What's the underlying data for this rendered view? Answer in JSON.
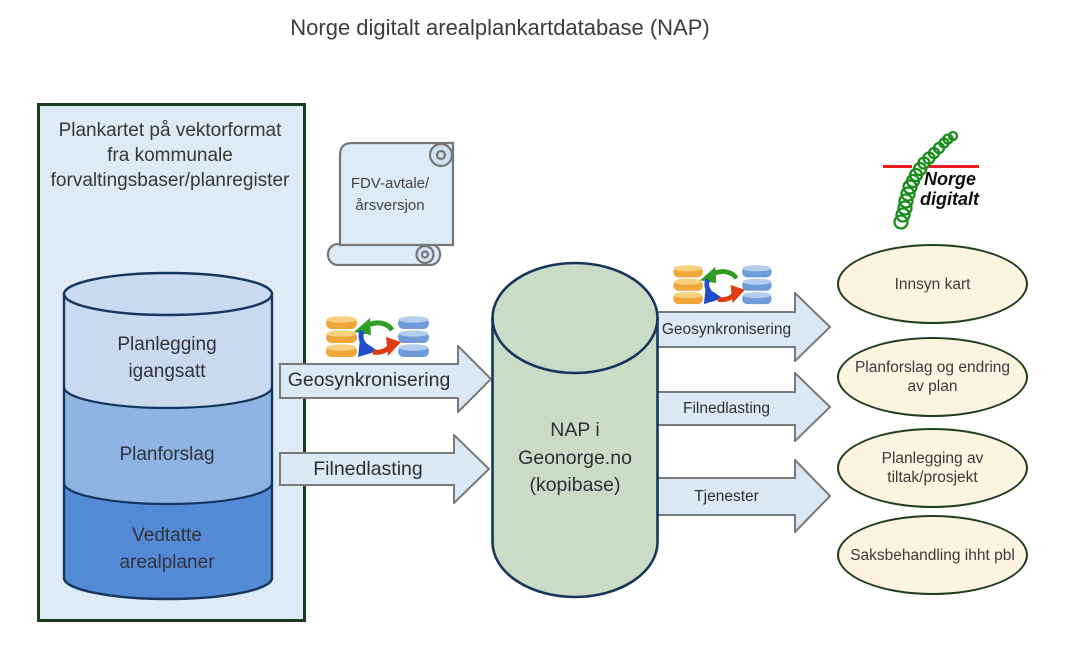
{
  "title": "Norge digitalt arealplankartdatabase (NAP)",
  "left_panel": {
    "title": "Plankartet på vektorformat fra kommunale forvaltingsbaser/planregister",
    "db_segments": [
      {
        "label": "Planlegging igangsatt",
        "color": "#c9d9f0"
      },
      {
        "label": "Planforslag",
        "color": "#8db4e2"
      },
      {
        "label": "Vedtatte arealplaner",
        "color": "#538ad5"
      }
    ]
  },
  "scroll_note": {
    "label": "FDV-avtale/årsversjon"
  },
  "nap_database": {
    "label": "NAP i Geonorge.no (kopibase)",
    "fill": "#cadcc6"
  },
  "flows_left_to_nap": [
    {
      "label": "Geosynkronisering",
      "icon": "geosync-databases-icon"
    },
    {
      "label": "Filnedlasting"
    }
  ],
  "flows_nap_to_right": [
    {
      "label": "Geosynkronisering",
      "icon": "geosync-databases-icon"
    },
    {
      "label": "Filnedlasting"
    },
    {
      "label": "Tjenester"
    }
  ],
  "right_panel": {
    "logo": {
      "line1": "Norge",
      "line2": "digitalt"
    },
    "use_cases": [
      "Innsyn kart",
      "Planforslag og endring av plan",
      "Planlegging av tiltak/prosjekt",
      "Saksbehandling ihht pbl"
    ]
  },
  "colors": {
    "left_panel_fill": "#dcebf6",
    "right_panel_fill": "#f4e4c1",
    "panel_border": "#1e3c1e",
    "cylinder_outline": "#17365d",
    "arrow_fill": "#dbe9f7",
    "arrow_border": "#7a7a7a",
    "ellipse_fill": "#fcf4e0",
    "scroll_fill": "#dcebf8",
    "logo_green": "#1a8c1a",
    "logo_red": "#ed1c24"
  }
}
